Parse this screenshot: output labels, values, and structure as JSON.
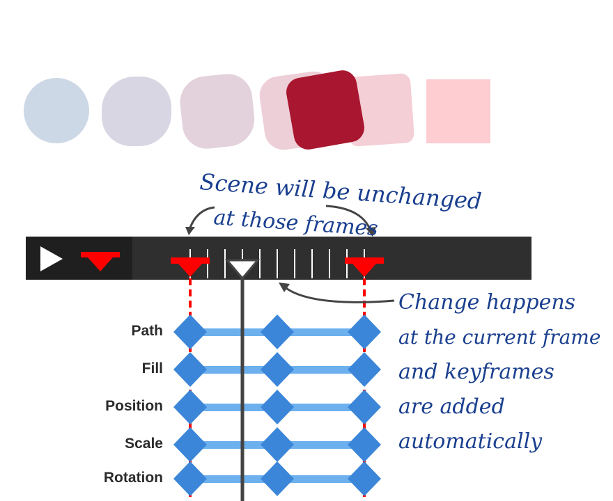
{
  "annotation_top": {
    "line1": "Scene will be unchanged",
    "line2": "at those frames"
  },
  "annotation_right": {
    "lines": [
      "Change happens",
      "at the current frame",
      "and keyframes",
      "are added",
      "automatically"
    ]
  },
  "tracks": [
    {
      "label": "Path"
    },
    {
      "label": "Fill"
    },
    {
      "label": "Position"
    },
    {
      "label": "Scale"
    },
    {
      "label": "Rotation"
    }
  ],
  "colors": {
    "timeline_bg": "#2f2f2f",
    "control_bg": "#1f1f1f",
    "keyframe_marker": "#ff0000",
    "diamond": "#3b86d8",
    "track_bar": "#6cb0ee",
    "annotation": "#1a3f8f"
  },
  "icons": {
    "play": "play-icon",
    "add_keyframe": "add-keyframe-icon",
    "playhead": "playhead-icon"
  }
}
